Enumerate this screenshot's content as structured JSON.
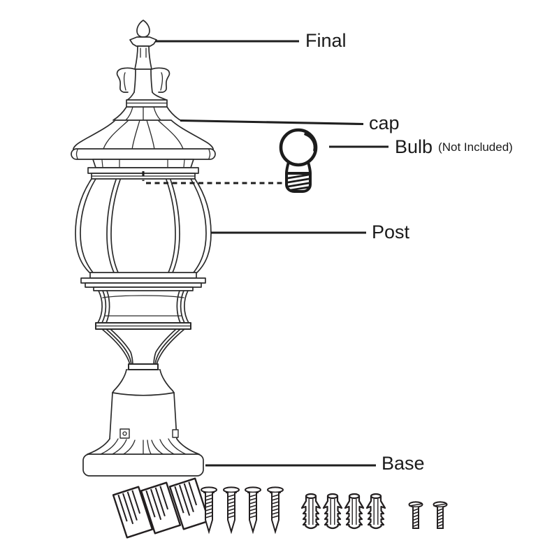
{
  "page": {
    "background": "#ffffff",
    "line_color": "#231f20",
    "text_color": "#1b1b1b"
  },
  "labels": {
    "final": "Final",
    "cap": "cap",
    "bulb": "Bulb",
    "bulb_note": "(Not Included)",
    "post": "Post",
    "base": "Base"
  },
  "hardware": {
    "wedge_anchor_count": 3,
    "long_screw_count": 4,
    "wall_plug_count": 4,
    "machine_screw_count": 2
  }
}
